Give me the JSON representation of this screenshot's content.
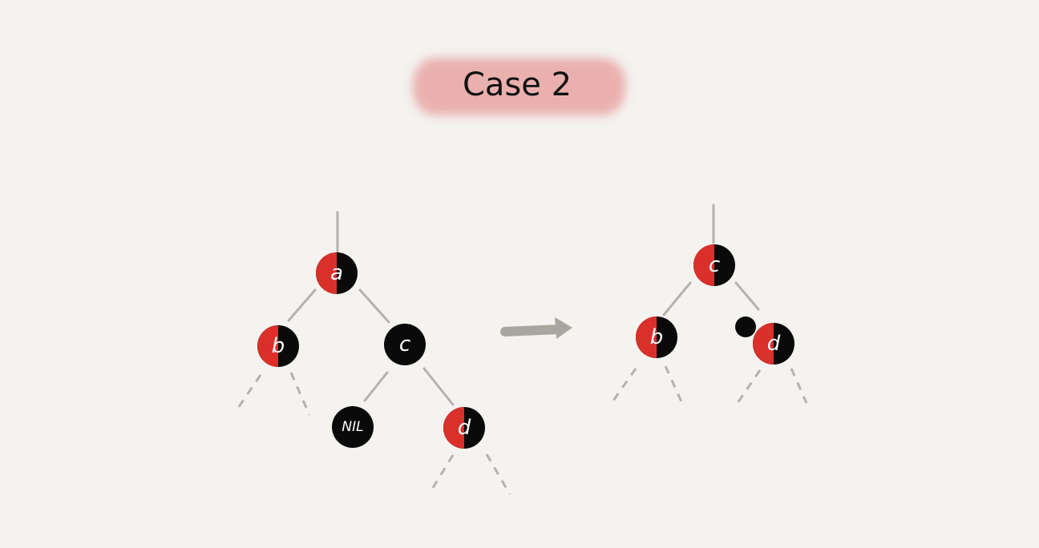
{
  "title": "Case  2",
  "colors": {
    "red": "#d9302a",
    "black": "#0a0a0a",
    "edge": "#b3b2ac",
    "title_bg": "#e8a4a4",
    "background": "#f4f3ef"
  },
  "before": {
    "nodes": {
      "a": "a",
      "b": "b",
      "c": "c",
      "nil": "NIL",
      "d": "d"
    }
  },
  "after": {
    "nodes": {
      "c": "c",
      "b": "b",
      "d": "d"
    }
  },
  "arrow_icon": "right-arrow-icon"
}
